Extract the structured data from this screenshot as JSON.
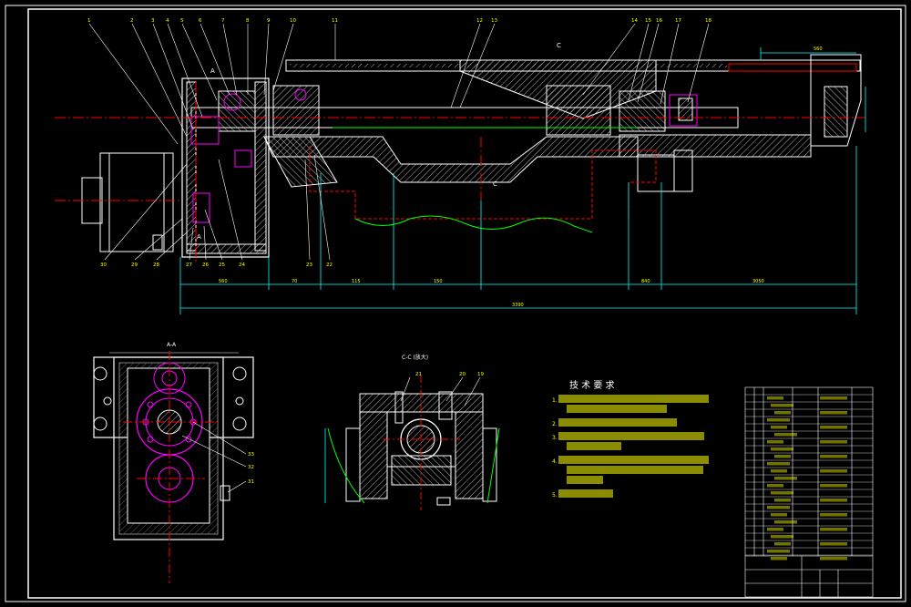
{
  "drawing": {
    "tech_title": "技 术 要 求",
    "tech_notes": [
      "1.",
      "2.",
      "3.",
      "4.",
      "5."
    ],
    "section_label": "C-C (放大)",
    "view_label": "A-A",
    "callouts_top": [
      "1",
      "2",
      "3",
      "4",
      "5",
      "6",
      "7",
      "8",
      "9",
      "10",
      "11",
      "12",
      "13",
      "14",
      "15",
      "16",
      "17",
      "18"
    ],
    "callouts_bottom": [
      "30",
      "29",
      "28",
      "27",
      "26",
      "25",
      "24",
      "23",
      "22"
    ],
    "callouts_view": [
      "33",
      "32",
      "31"
    ],
    "callouts_section": [
      "21",
      "20",
      "19"
    ],
    "section_marks": [
      "C",
      "C",
      "A",
      "A"
    ],
    "dims_bottom": [
      "560",
      "70",
      "115",
      "150",
      "840",
      "3050"
    ],
    "dim_overall": "3390",
    "dim_top_right": "560",
    "colors": {
      "outline": "#ffffff",
      "center": "#ff0000",
      "shaft": "#00ff00",
      "part": "#ff00ff",
      "dimension": "#00ffff",
      "text": "#ffff00"
    }
  }
}
